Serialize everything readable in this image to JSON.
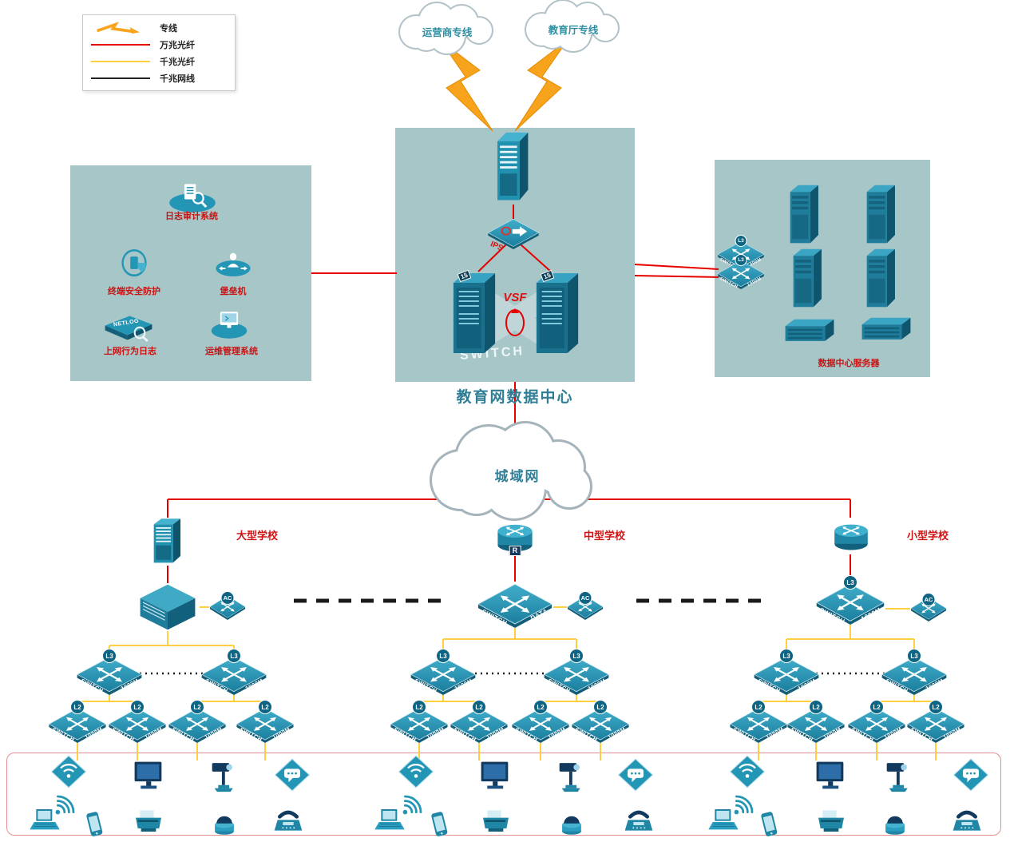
{
  "legend": {
    "items": [
      {
        "icon": "lightning",
        "label": "专线"
      },
      {
        "icon": "red-line",
        "label": "万兆光纤"
      },
      {
        "icon": "yellow-line",
        "label": "千兆光纤"
      },
      {
        "icon": "black-line",
        "label": "千兆网线"
      }
    ]
  },
  "clouds": {
    "carrier": "运营商专线",
    "education": "教育厅专线",
    "man": "城域网"
  },
  "datacenter": {
    "title": "教育网数据中心",
    "ips": "IPS",
    "vsf": "VSF",
    "vsf_badge": "15",
    "watermark": "SWITCH"
  },
  "security_zone": {
    "items": [
      {
        "label": "日志审计系统"
      },
      {
        "label": "终端安全防护"
      },
      {
        "label": "堡垒机"
      },
      {
        "label": "上网行为日志",
        "device_text": "NETLOG"
      },
      {
        "label": "运维管理系统"
      }
    ]
  },
  "server_zone": {
    "label": "数据中心服务器"
  },
  "schools": [
    {
      "name": "大型学校"
    },
    {
      "name": "中型学校"
    },
    {
      "name": "小型学校"
    }
  ],
  "labels": {
    "switch": "SWITCH",
    "m1000": "1000M",
    "data_center": "DATA CENTER",
    "l3": "L3",
    "l2": "L2",
    "ac": "AC",
    "r": "R"
  },
  "terminal_devices": [
    "wireless-ap",
    "wifi-signal",
    "laptop",
    "smartphone",
    "desktop-monitor",
    "printer",
    "ptz-camera",
    "dome-camera",
    "voice-chat",
    "fax-phone"
  ],
  "colors": {
    "line_10g_fiber": "#e60000",
    "line_1g_fiber": "#ffcf3f",
    "line_1g_cable": "#1a1a1a",
    "dedicated_line": "#f7a31b",
    "device_teal": "#2496b5",
    "zone_bg": "#a6c6c8",
    "label_red": "#c81414",
    "label_teal": "#2e8fa3"
  }
}
